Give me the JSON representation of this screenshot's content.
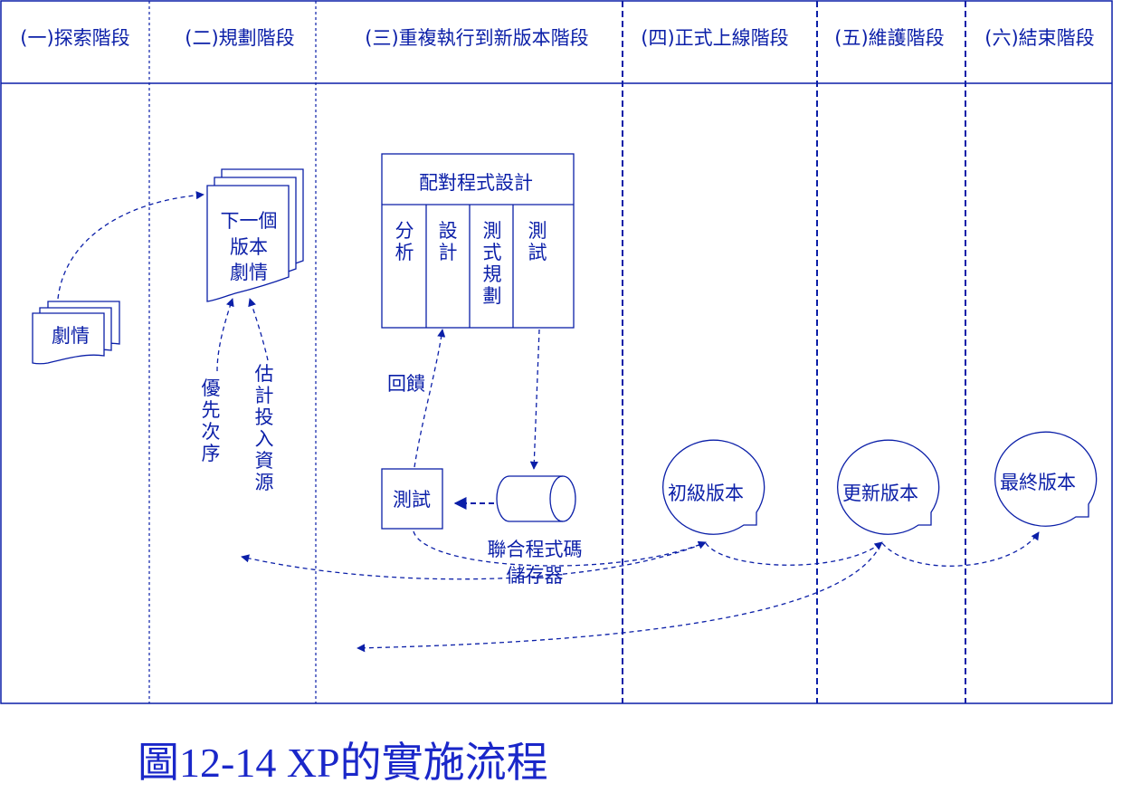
{
  "colors": {
    "line": "#0b1fa8",
    "caption": "#1a27c9",
    "background": "#ffffff"
  },
  "phases": [
    "(一)探索階段",
    "(二)規劃階段",
    "(三)重複執行到新版本階段",
    "(四)正式上線階段",
    "(五)維護階段",
    "(六)結束階段"
  ],
  "nodes": {
    "story": "劇情",
    "next_story_lines": [
      "下一個",
      "版本",
      "劇情"
    ],
    "pair_programming": {
      "title": "配對程式設計",
      "columns": [
        [
          "分",
          "析"
        ],
        [
          "設",
          "計"
        ],
        [
          "測",
          "式",
          "規",
          "劃"
        ],
        [
          "測",
          "試"
        ]
      ]
    },
    "testing": "測試",
    "repository_lines": [
      "聯合程式碼",
      "儲存器"
    ],
    "initial_release": "初級版本",
    "update_release": "更新版本",
    "final_release": "最終版本"
  },
  "flow_labels": {
    "feedback": "回饋",
    "priority": [
      "優",
      "先",
      "次",
      "序"
    ],
    "estimate": [
      "估",
      "計",
      "投",
      "入",
      "資",
      "源"
    ]
  },
  "caption": "圖12-14 XP的實施流程"
}
